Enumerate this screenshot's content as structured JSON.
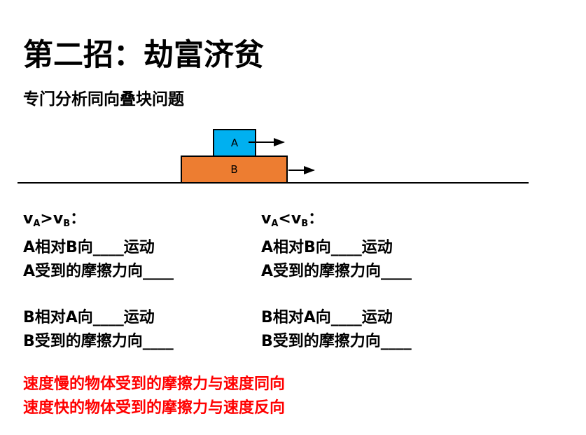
{
  "title": "第二招：劫富济贫",
  "subtitle": "专门分析同向叠块问题",
  "diagram": {
    "block_a": {
      "label": "A",
      "color": "#00B0F0"
    },
    "block_b": {
      "label": "B",
      "color": "#ED7D31"
    }
  },
  "left": {
    "heading": {
      "v": "v",
      "a": "A",
      "op": ">",
      "v2": "v",
      "b": "B",
      "colon": "："
    },
    "lines": [
      "A相对B向____运动",
      "A受到的摩擦力向____",
      "B相对A向____运动",
      "B受到的摩擦力向____"
    ]
  },
  "right": {
    "heading": {
      "v": "v",
      "a": "A",
      "op": "<",
      "v2": "v",
      "b": "B",
      "colon": "："
    },
    "lines": [
      "A相对B向____运动",
      "A受到的摩擦力向____",
      "B相对A向____运动",
      "B受到的摩擦力向____"
    ]
  },
  "conclusions": [
    "速度慢的物体受到的摩擦力与速度同向",
    "速度快的物体受到的摩擦力与速度反向"
  ]
}
